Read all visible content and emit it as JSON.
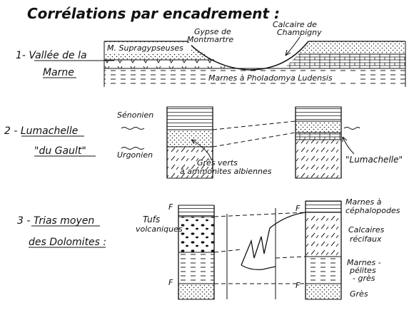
{
  "title": "Corrélations par encadrement :",
  "section1": {
    "label_line1": "1- Vallée de la",
    "label_line2": "Marne",
    "m_supragypseuses": "M. Supragypseuses",
    "gypse_line1": "Gypse de",
    "gypse_line2": "Montmartre",
    "calcaire_line1": "Calcaire de",
    "calcaire_line2": "Champigny",
    "marnes": "Marnes à Pholadomya Ludensis"
  },
  "section2": {
    "label_line1": "2 - Lumachelle",
    "label_line2": "\"du Gault\"",
    "senonien": "Sénonien",
    "urgonien": "Urgonien",
    "gres_line1": "Grès verts",
    "gres_line2": "à ammonites albiennes",
    "lumachelle": "\"Lumachelle\""
  },
  "section3": {
    "label_line1": "3 - Trias moyen",
    "label_line2": "des Dolomites :",
    "tufs_line1": "Tufs",
    "tufs_line2": "volcaniques",
    "f_mark": "F",
    "marnes_ceph_line1": "Marnes à",
    "marnes_ceph_line2": "céphalopodes",
    "calcaires_line1": "Calcaires",
    "calcaires_line2": "récifaux",
    "marnes_gres_line1": "Marnes -",
    "marnes_gres_line2": "pélites",
    "marnes_gres_line3": "- grès",
    "gres": "Grès"
  }
}
